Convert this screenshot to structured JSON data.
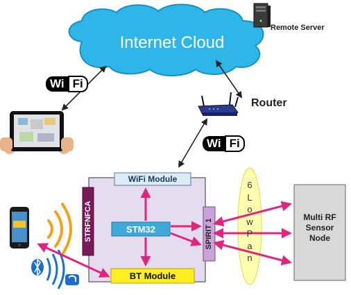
{
  "cloud": {
    "label": "Internet Cloud"
  },
  "server": {
    "label": "Remote Server"
  },
  "router": {
    "label": "Router"
  },
  "wifi_logo_top": {
    "wi": "Wi",
    "fi": "Fi"
  },
  "wifi_logo_router": {
    "wi": "Wi",
    "fi": "Fi"
  },
  "board": {
    "wifi_module": "WiFi Module",
    "stm32": "STM32",
    "spirit": "SPIRIT 1",
    "strfnfca": "STRFNFCA",
    "bt_module": "BT Module"
  },
  "sixlowpan": {
    "chars": [
      "6",
      "L",
      "o",
      "w",
      "P",
      "a",
      "n"
    ]
  },
  "rf_node": {
    "line1": "Multi RF",
    "line2": "Sensor",
    "line3": "Node"
  },
  "colors": {
    "arrow": "#e0257f",
    "board_fill": "#e6dcef",
    "wifi_module_fill": "#dcecf7",
    "stm32_fill": "#3fa9d8",
    "spirit_fill": "#c9a3d8",
    "strfnfca_fill": "#7a1a5a",
    "bt_fill": "#ffee22",
    "cloud_fill": "#2fb6e8",
    "sixlowpan_fill": "#ffffb0",
    "node_fill": "#d8d8d8"
  }
}
